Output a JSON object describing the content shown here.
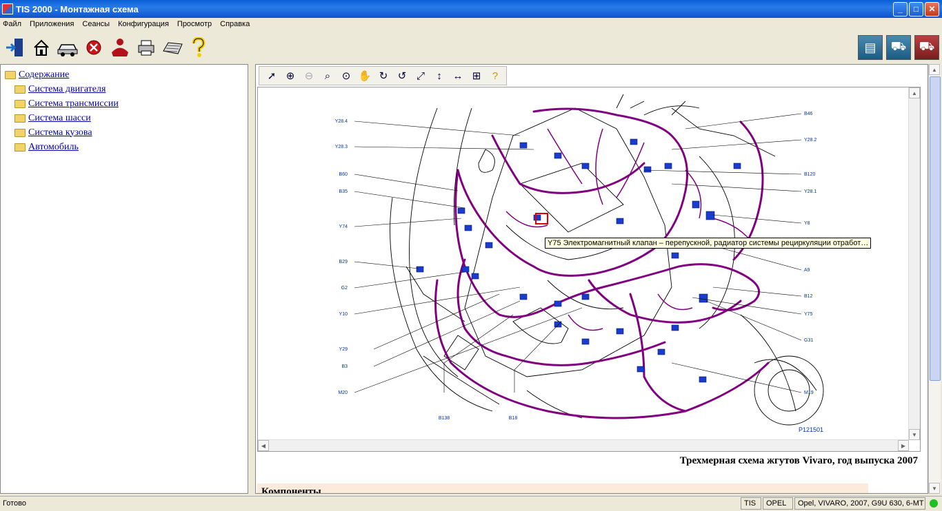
{
  "window": {
    "title": "TIS 2000 - Монтажная схема",
    "minimize": "_",
    "maximize": "□",
    "close": "✕"
  },
  "menu": [
    "Файл",
    "Приложения",
    "Сеансы",
    "Конфигурация",
    "Просмотр",
    "Справка"
  ],
  "toolbar": {
    "buttons": [
      "exit-icon",
      "home-icon",
      "vehicle-icon",
      "stop-icon",
      "person-icon",
      "print-icon",
      "keyboard-icon",
      "help-icon"
    ],
    "right_buttons": [
      "vehicle-data-icon",
      "diagnostics-icon",
      "car-info-icon"
    ]
  },
  "tree": {
    "root": "Содержание",
    "items": [
      "Система двигателя",
      "Система трансмиссии",
      "Система шасси",
      "Система кузова",
      "Автомобиль"
    ]
  },
  "diagram_toolbar": [
    "pointer-icon",
    "zoom-in-icon",
    "zoom-out-icon",
    "zoom-icon",
    "zoom-area-icon",
    "pan-icon",
    "rotate-cw-icon",
    "rotate-ccw-icon",
    "fit-all-icon",
    "fit-height-icon",
    "fit-width-icon",
    "connectors-icon",
    "help-icon"
  ],
  "diagram": {
    "labels_left": [
      "Y28.4",
      "Y28.3",
      "B60",
      "B35",
      "Y74",
      "B29",
      "G2",
      "Y10",
      "Y29",
      "B3",
      "M20"
    ],
    "labels_right": [
      "B46",
      "Y28.2",
      "B120",
      "Y28.1",
      "Y8",
      "A9",
      "B12",
      "Y75",
      "G31",
      "M19"
    ],
    "labels_bottom": [
      "B138",
      "B18"
    ],
    "figure_code": "P121501",
    "tooltip": "Y75 Электромагнитный клапан – перепускной, радиатор системы рециркуляции отработ…",
    "harness_color": "#800080",
    "connector_color": "#1a3ccc"
  },
  "caption": "Трехмерная схема жгутов Vivaro, год выпуска 2007",
  "section_heading": "Компоненты",
  "status": {
    "text": "Готово",
    "cells": [
      "TIS",
      "OPEL",
      "Opel, VIVARO, 2007, G9U 630, 6-MT"
    ]
  }
}
